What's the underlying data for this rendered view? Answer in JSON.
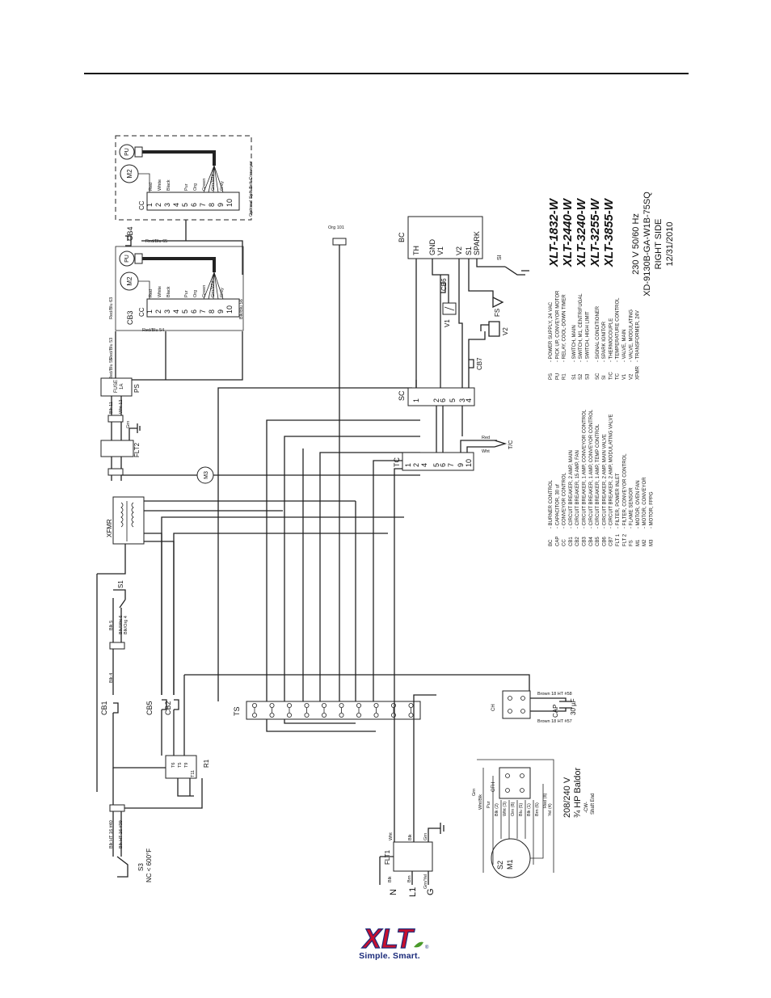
{
  "diagram": {
    "models": [
      "XLT-1832-W",
      "XLT-2440-W",
      "XLT-3240-W",
      "XLT-3255-W",
      "XLT-3855-W"
    ],
    "spec_lines": [
      "230 V 50/60 Hz",
      "XD-9130B-GA-W1B-75SQ",
      "RIGHT SIDE",
      "12/31/2010"
    ],
    "legend_left": [
      {
        "code": "BC",
        "desc": "- BURNER CONTROL"
      },
      {
        "code": "CAP",
        "desc": "- CAPACITOR, 30 uf"
      },
      {
        "code": "CC",
        "desc": "- CONVEYOR CONTROL"
      },
      {
        "code": "CB1",
        "desc": "- CIRCUIT BREAKER, 2 AMP, MAIN"
      },
      {
        "code": "CB2",
        "desc": "- CIRCUIT BREAKER, 15 AMP, FAN"
      },
      {
        "code": "CB3",
        "desc": "- CIRCUIT BREAKER, 1 AMP, CONVEYOR CONTROL"
      },
      {
        "code": "CB4",
        "desc": "- CIRCUIT BREAKER, 1 AMP, CONVEYOR CONTROL"
      },
      {
        "code": "CB5",
        "desc": "- CIRCUIT BREAKER, 1 AMP, TEMP CONTROL"
      },
      {
        "code": "CB6",
        "desc": "- CIRCUIT BREAKER, 2 AMP, MAIN VALVE"
      },
      {
        "code": "CB7",
        "desc": "- CIRCUIT BREAKER, 2 AMP, MODULATING VALVE"
      },
      {
        "code": "FLT 1",
        "desc": "- FILTER, POWER INLET"
      },
      {
        "code": "FLT 2",
        "desc": "- FILTER, CONVEYOR CONTROL"
      },
      {
        "code": "FS",
        "desc": "- FLAME SENSOR"
      },
      {
        "code": "M1",
        "desc": "- MOTOR, OVEN FAN"
      },
      {
        "code": "M2",
        "desc": "- MOTOR, CONVEYOR"
      },
      {
        "code": "M3",
        "desc": "- MOTOR, FPPG"
      }
    ],
    "legend_right": [
      {
        "code": "PS",
        "desc": "- POWER SUPPLY, 24 VAC"
      },
      {
        "code": "PU",
        "desc": "- PICK UP, CONVEYOR MOTOR"
      },
      {
        "code": "R1",
        "desc": "- RELAY, COOL-DOWN TIMER"
      },
      {
        "code": "S1",
        "desc": "- SWITCH, MAIN"
      },
      {
        "code": "S2",
        "desc": "- SWITCH, M1, CENTRIFUGAL"
      },
      {
        "code": "S3",
        "desc": "- SWITCH, HIGH LIMIT"
      },
      {
        "code": "SC",
        "desc": "- SIGNAL CONDITIONER"
      },
      {
        "code": "SI",
        "desc": "- SPARK IGNITOR"
      },
      {
        "code": "T/C",
        "desc": "- THERMOCOUPLE"
      },
      {
        "code": "TC",
        "desc": "- TEMPERATURE CONTROL"
      },
      {
        "code": "V1",
        "desc": "- VALVE, MAIN"
      },
      {
        "code": "V2",
        "desc": "- VALVE, MODULATING"
      },
      {
        "code": "XFMR",
        "desc": "- TRANSFORMER, 24V"
      }
    ],
    "components": {
      "pu": "PU",
      "m2": "M2",
      "m3": "M3",
      "m1": "M1",
      "s1": "S1",
      "s2": "S2",
      "s3": "S3",
      "cc": "CC",
      "cb1": "CB1",
      "cb2": "CB2",
      "cb3": "CB3",
      "cb4": "CB4",
      "cb5": "CB5",
      "cb6": "CB6",
      "cb7": "CB7",
      "ps": "PS",
      "flt1": "FLT1",
      "flt2": "FLT2",
      "xfmr": "XFMR",
      "r1": "R1",
      "ts": "TS",
      "cap": "CAP",
      "cap_value": "30 µF",
      "ch": "CH",
      "cfh": "CFH",
      "sc": "SC",
      "tc": "TC",
      "bc": "BC",
      "v1": "V1",
      "v2": "V2",
      "fs": "FS",
      "si": "SI",
      "tslash_c": "T/C",
      "fuse": "FUSE",
      "fuse_rating": "1A"
    },
    "cc_pins": [
      "1",
      "2",
      "3",
      "4",
      "5",
      "6",
      "7",
      "8",
      "9",
      "10"
    ],
    "cc_wires": [
      "Red",
      "White",
      "Black",
      "",
      "Pur",
      "Org",
      "Green",
      "Grn/Wht",
      "Grey",
      ""
    ],
    "sc_pins": [
      "1",
      "",
      "2",
      "6",
      "5",
      "3",
      "4"
    ],
    "tc_pins": [
      "1",
      "2",
      "4",
      "5",
      "6",
      "7",
      "9",
      "10"
    ],
    "bc_terminals": [
      "TH",
      "GND",
      "V1",
      "V2",
      "S1",
      "SPARK"
    ],
    "power_terminals": [
      "N",
      "L1",
      "G"
    ],
    "s3_rating": "NC < 600°F",
    "motor_spec": [
      "208/240 V",
      "¾ HP Baldor",
      "-CW-",
      "Shaft End"
    ],
    "wire_labels": {
      "optional_conveyor": "Optional Split Belt Conveyor",
      "red_blu_65": "Red/Blu 65",
      "red_blu_63": "Red/Blu 63",
      "red_blu_53": "Red/Blu 53",
      "red_blu_54": "Red/Blu 54",
      "red_blu_55": "Red/Blu 55",
      "blk_blu_56": "Blk/Blu 56",
      "org_101": "Org 101",
      "blk_11": "Blk 11",
      "wht_12": "Wht 12",
      "grn": "Grn",
      "blk_5": "Blk 5",
      "blk_wht_6": "Blk/Wht 6",
      "blk_org_4": "Blk/Org 4",
      "blk_4": "Blk 4",
      "blk_ht_40": "Blk HT 16 #40",
      "blk_ht_39": "Blk HT 16 #39",
      "brown_58": "Brown 18 HT #58",
      "brown_57": "Brown 18 HT #57",
      "blk": "Blk",
      "brn": "Brn",
      "wht": "Wht",
      "grn_yel": "Grn/Yel",
      "red": "Red",
      "wht_tc": "Wht",
      "r1_t6": "T6",
      "r1_t5": "T5",
      "r1_t9": "T9",
      "r1_t11": "T11",
      "motor_leads": [
        "Grn",
        "Wht/Blk",
        "Pur",
        "Blk (2)",
        "Wht (3)",
        "Orn (8)",
        "Blu (5)",
        "Blk (1)",
        "Brn (6)",
        "Red (8)",
        "Yel (4)"
      ]
    }
  },
  "footer": {
    "logo_text": "XLT",
    "logo_registered": "®",
    "tagline": "Simple. Smart.",
    "brand_red": "#c8102e",
    "brand_blue": "#1a2a7a",
    "leaf_green": "#4a9a2a"
  }
}
